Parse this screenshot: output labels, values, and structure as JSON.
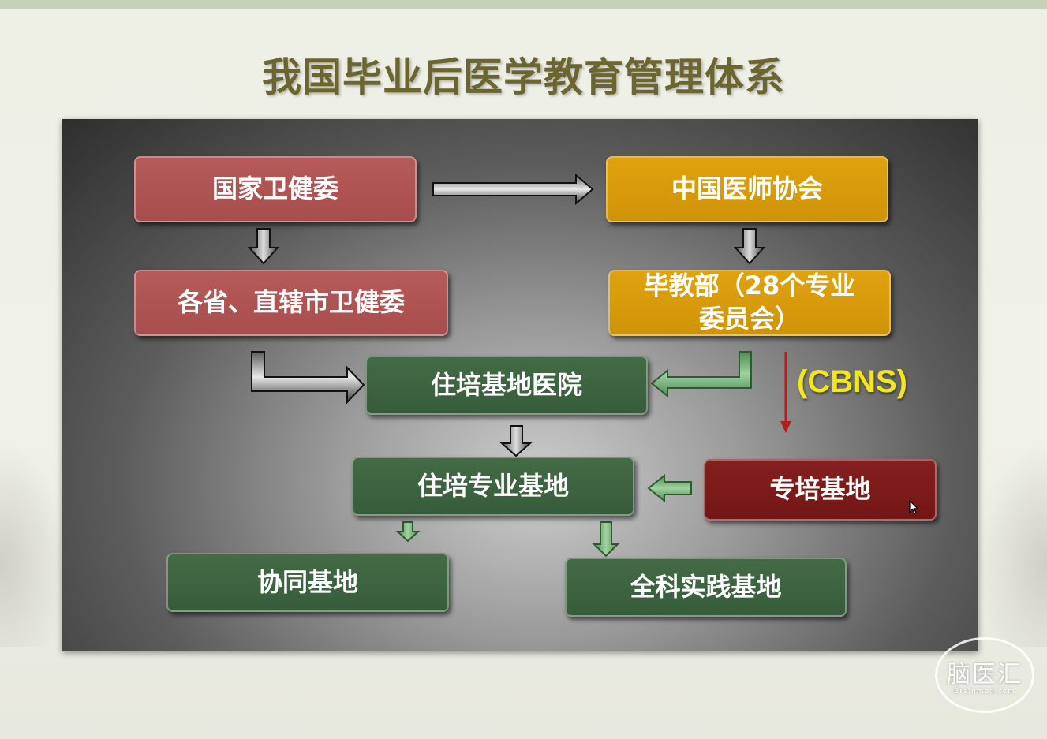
{
  "title": "我国毕业后医学教育管理体系",
  "nodes": {
    "nhc": "国家卫健委",
    "cma": "中国医师协会",
    "provincial": "各省、直辖市卫健委",
    "grad_dept": "毕教部（28个专业委员会）",
    "base_hospital": "住培基地医院",
    "specialty_base": "住培专业基地",
    "subspecialty_base": "专培基地",
    "collab_base": "协同基地",
    "gp_base": "全科实践基地"
  },
  "cbns_label": "(CBNS)",
  "colors": {
    "gov": "#a84d4d",
    "association": "#cf9307",
    "training": "#375c3a",
    "subspecialty": "#731616",
    "cbns": "#f3e61a",
    "title": "#6b6630"
  },
  "logo": {
    "text": "脑医汇",
    "sub": "Brainmed.com"
  }
}
